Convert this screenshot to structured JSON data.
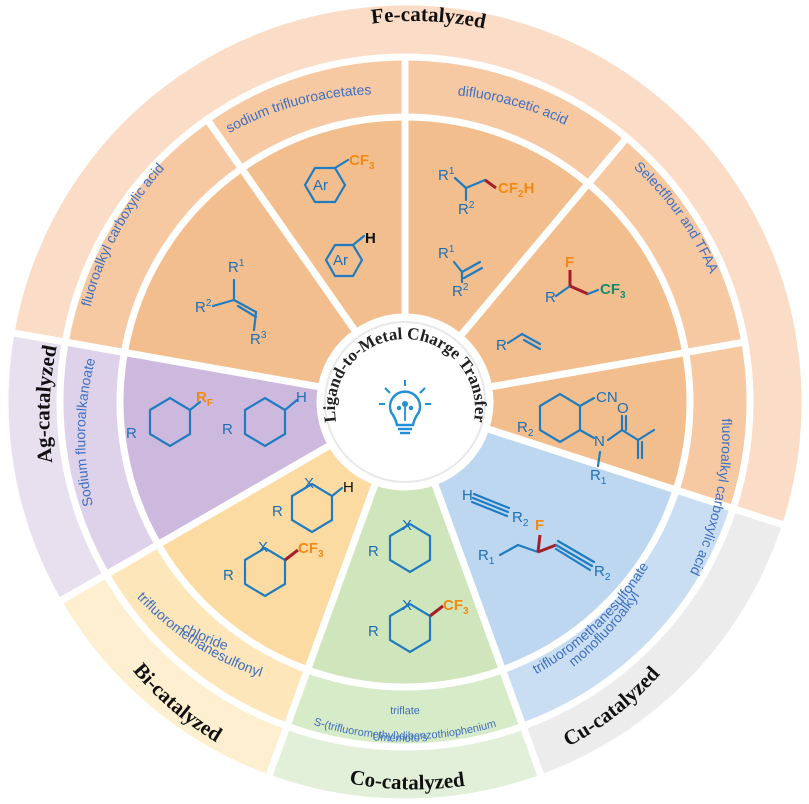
{
  "center": {
    "title": "Ligand-to-Metal Charge Transfer",
    "icon": "lightbulb-icon"
  },
  "outer_labels": {
    "fe": "Fe-catalyzed",
    "ag": "Ag-catalyzed",
    "bi": "Bi-catalyzed",
    "co": "Co-catalyzed",
    "cu": "Cu-catalyzed"
  },
  "reagents": {
    "fe_1": "fluoroalkyl carboxylic acid",
    "fe_2": "sodium trifluoroacetates",
    "fe_3": "difluoroacetic acid",
    "fe_4": "Selectflour and TFAA",
    "fe_5": "fluoroalkyl carboxylic acid",
    "ag_1": "Sodium fluoroalkanoate",
    "bi_1": "trifluoromethanesulfonyl",
    "bi_2": "chloride",
    "co_1": "Umemoto's",
    "co_2": "S-(trifluoromethyl)dibenzothiophenium",
    "co_3": "triflate",
    "cu_1": "monofluoroalkyl",
    "cu_2": "trifluoromethanesulfonate"
  },
  "molecules": {
    "ar": "Ar",
    "cf3": "CF",
    "three": "3",
    "h": "H",
    "r": "R",
    "r1": "1",
    "r2": "2",
    "r3": "3",
    "cf2h": "CF",
    "two": "2",
    "f": "F",
    "cn": "CN",
    "o": "O",
    "n": "N",
    "x": "X",
    "rf": "R",
    "fsub": "F"
  },
  "colors": {
    "fe_outer": "#fbdcc7",
    "fe_middle": "#f6c9a3",
    "fe_inner": "#f3be8d",
    "ag_outer": "#e6e0ef",
    "ag_middle": "#ddd2ea",
    "ag_inner": "#cdb9dd",
    "bi_outer": "#fdefcf",
    "bi_middle": "#fde6b9",
    "bi_inner": "#fcdba2",
    "co_outer": "#e2f0d9",
    "co_middle": "#d6ebc7",
    "co_inner": "#cfe5bb",
    "cu_outer": "#ececec",
    "cu_middle": "#c9def2",
    "cu_inner": "#bcd7ef"
  }
}
